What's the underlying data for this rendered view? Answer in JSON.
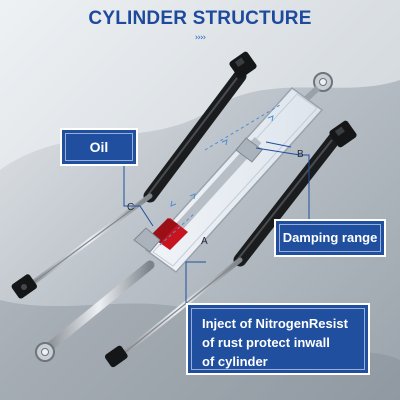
{
  "title": "CYLINDER STRUCTURE",
  "decor": "››››",
  "callouts": {
    "oil": "Oil",
    "damping": "Damping range",
    "inject": [
      "Inject of NitrogenResist",
      "of rust protect inwall",
      "of cylinder"
    ]
  },
  "markers": {
    "a": "A",
    "b": "B",
    "c": "C"
  },
  "colors": {
    "accent": "#1f4f9e",
    "oil_red": "#c8141e"
  }
}
